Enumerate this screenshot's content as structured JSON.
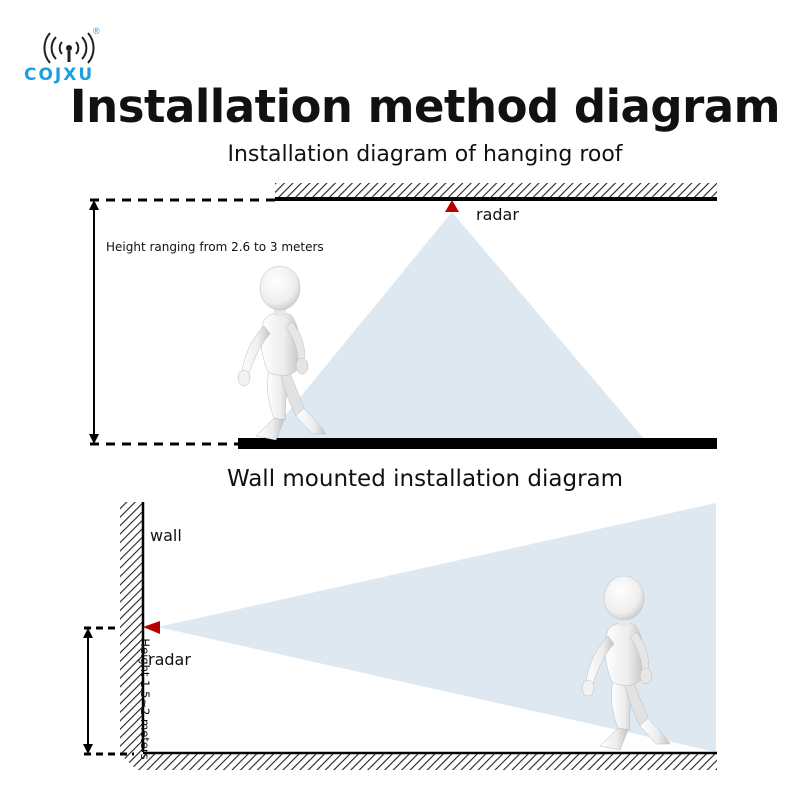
{
  "logo": {
    "name": "COJXU",
    "registered": "®"
  },
  "title": "Installation method diagram",
  "ceiling_section": {
    "heading": "Installation diagram of hanging roof",
    "radar_label": "radar",
    "height_label": "Height ranging from 2.6 to 3 meters"
  },
  "wall_section": {
    "heading": "Wall mounted installation diagram",
    "wall_label": "wall",
    "radar_label": "radar",
    "height_label": "Height 1.5~2 meters"
  },
  "colors": {
    "logo": "#1aa0dc",
    "radar": "#b80000",
    "beam": "#dde8f1"
  }
}
